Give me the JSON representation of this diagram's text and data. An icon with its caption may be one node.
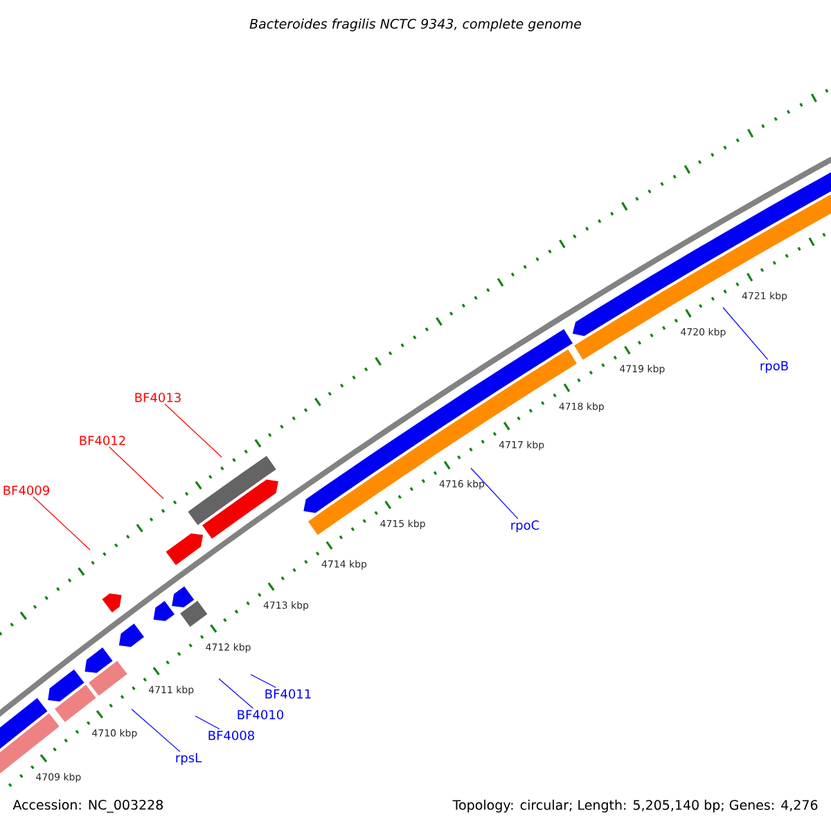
{
  "diagram": {
    "title": "Bacteroides fragilis NCTC 9343, complete genome",
    "nodes": [
      {
        "text": [
          "BF4013"
        ]
      },
      {
        "text": [
          "BF4012"
        ]
      },
      {
        "text": [
          "BF4009"
        ]
      },
      {
        "text": [
          "rpoB"
        ]
      },
      {
        "text": [
          "rpoC"
        ]
      },
      {
        "text": [
          "BF4011"
        ]
      },
      {
        "text": [
          "BF4010"
        ]
      },
      {
        "text": [
          "BF4008"
        ]
      },
      {
        "text": [
          "rpsL"
        ]
      }
    ],
    "edges": [
      {
        "from": 0,
        "to": null,
        "arrow": "none",
        "color": "#ff0000"
      },
      {
        "from": 1,
        "to": null,
        "arrow": "none",
        "color": "#ff0000"
      },
      {
        "from": 2,
        "to": null,
        "arrow": "none",
        "color": "#ff0000"
      },
      {
        "from": 3,
        "to": null,
        "arrow": "none"
      },
      {
        "from": 4,
        "to": null,
        "arrow": "none"
      },
      {
        "from": 5,
        "to": null,
        "arrow": "none"
      },
      {
        "from": 6,
        "to": null,
        "arrow": "none"
      },
      {
        "from": 7,
        "to": null,
        "arrow": "none"
      },
      {
        "from": 8,
        "to": null,
        "arrow": "none"
      }
    ],
    "labels": [
      "4721 kbp",
      "4720 kbp",
      "4719 kbp",
      "4718 kbp",
      "4717 kbp",
      "4716 kbp",
      "4715 kbp",
      "4714 kbp",
      "4713 kbp",
      "4712 kbp",
      "4711 kbp",
      "4710 kbp",
      "4709 kbp",
      "Accession: NC_003228",
      "Topology: circular; Length: 5,205,140 bp; Genes: 4,276"
    ]
  }
}
